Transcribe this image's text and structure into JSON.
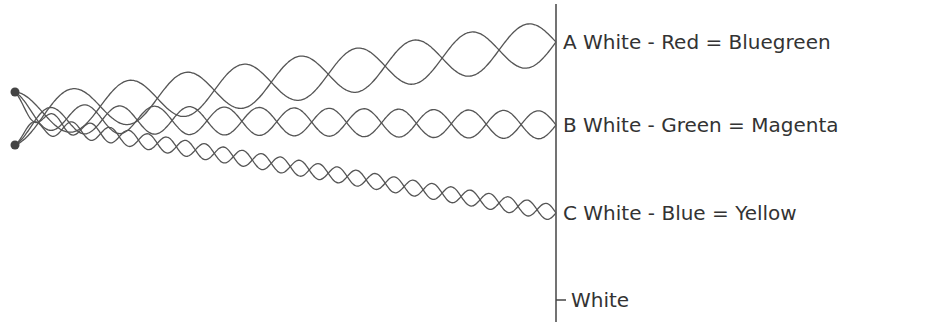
{
  "diagram": {
    "labels": [
      "A White - Red = Bluegreen",
      "B White - Green = Magenta",
      "C White - Blue = Yellow",
      "White"
    ]
  }
}
